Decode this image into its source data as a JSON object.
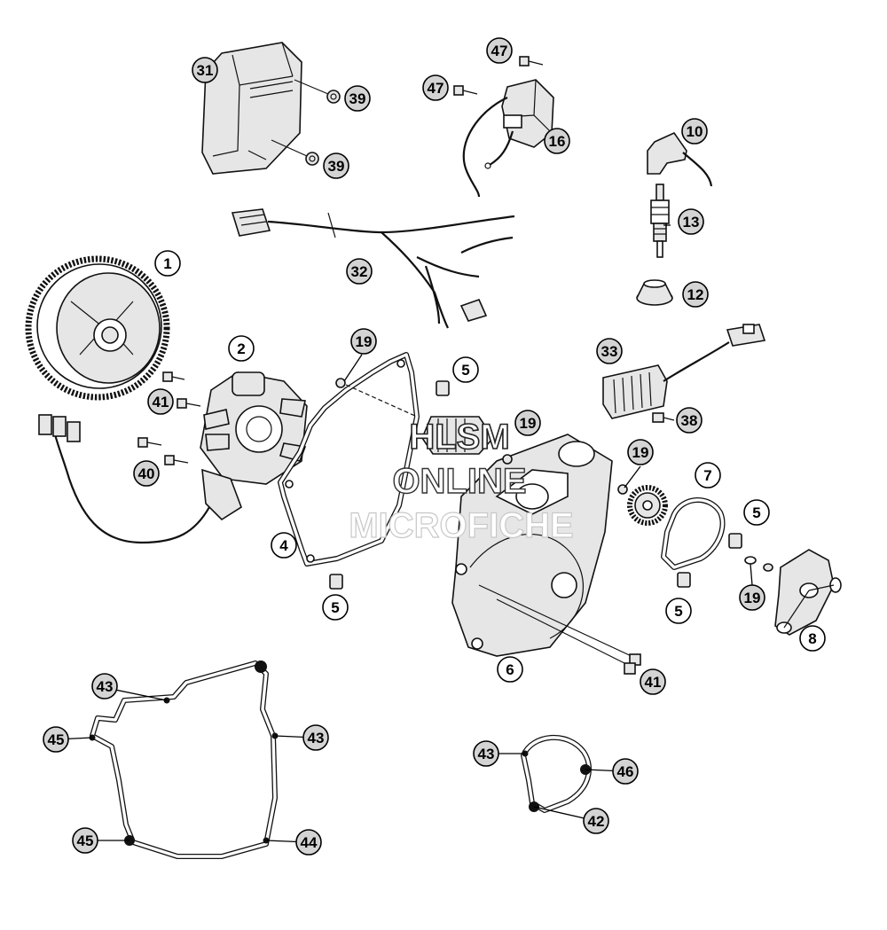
{
  "diagram": {
    "watermark": {
      "line1": "HLSM",
      "line2": "ONLINE",
      "line3": "MICROFICHE"
    },
    "callouts": [
      {
        "id": "c-31",
        "label": "31"
      },
      {
        "id": "c-39a",
        "label": "39"
      },
      {
        "id": "c-39b",
        "label": "39"
      },
      {
        "id": "c-47a",
        "label": "47"
      },
      {
        "id": "c-47b",
        "label": "47"
      },
      {
        "id": "c-16",
        "label": "16"
      },
      {
        "id": "c-10",
        "label": "10"
      },
      {
        "id": "c-13",
        "label": "13"
      },
      {
        "id": "c-12",
        "label": "12"
      },
      {
        "id": "c-1",
        "label": "1"
      },
      {
        "id": "c-32",
        "label": "32"
      },
      {
        "id": "c-2",
        "label": "2"
      },
      {
        "id": "c-19a",
        "label": "19"
      },
      {
        "id": "c-5a",
        "label": "5"
      },
      {
        "id": "c-33",
        "label": "33"
      },
      {
        "id": "c-41a",
        "label": "41"
      },
      {
        "id": "c-19b",
        "label": "19"
      },
      {
        "id": "c-38",
        "label": "38"
      },
      {
        "id": "c-40",
        "label": "40"
      },
      {
        "id": "c-19c",
        "label": "19"
      },
      {
        "id": "c-7",
        "label": "7"
      },
      {
        "id": "c-5b",
        "label": "5"
      },
      {
        "id": "c-4",
        "label": "4"
      },
      {
        "id": "c-19d",
        "label": "19"
      },
      {
        "id": "c-5c",
        "label": "5"
      },
      {
        "id": "c-5d",
        "label": "5"
      },
      {
        "id": "c-8",
        "label": "8"
      },
      {
        "id": "c-6",
        "label": "6"
      },
      {
        "id": "c-41b",
        "label": "41"
      },
      {
        "id": "c-43a",
        "label": "43"
      },
      {
        "id": "c-45a",
        "label": "45"
      },
      {
        "id": "c-43b",
        "label": "43"
      },
      {
        "id": "c-45b",
        "label": "45"
      },
      {
        "id": "c-44",
        "label": "44"
      },
      {
        "id": "c-43c",
        "label": "43"
      },
      {
        "id": "c-46",
        "label": "46"
      },
      {
        "id": "c-42",
        "label": "42"
      }
    ]
  }
}
